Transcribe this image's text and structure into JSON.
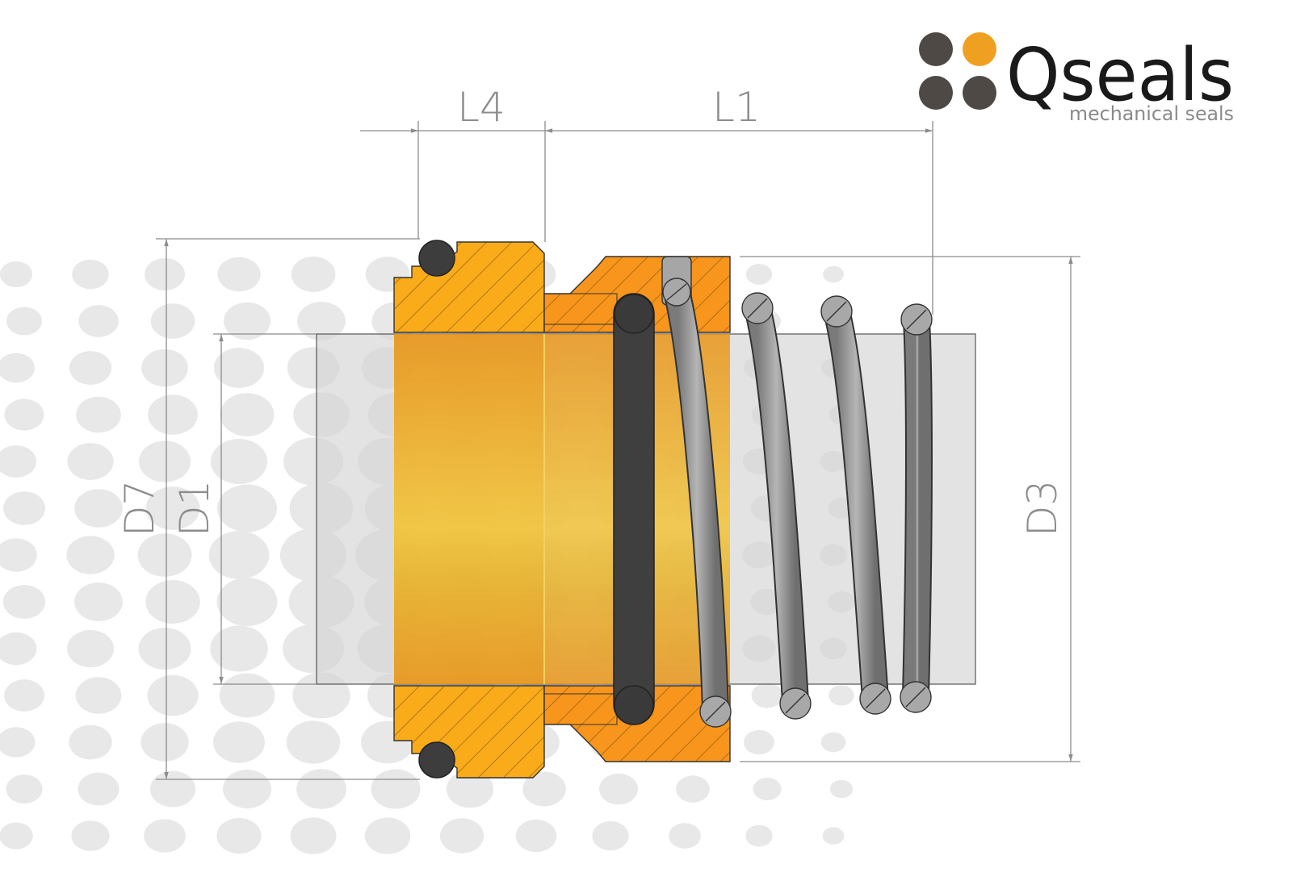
{
  "brand": {
    "name": "Qseals",
    "tagline": "mechanical seals",
    "logo_dot_colors": [
      "#4f4946",
      "#f0a020",
      "#4f4946",
      "#4f4946"
    ]
  },
  "diagram": {
    "dimensions": {
      "l4": "L4",
      "l1": "L1",
      "d7": "D7",
      "d1": "D1",
      "d3": "D3"
    },
    "colors": {
      "housing_orange": "#f9ab1a",
      "shaft_gray": "#d9d9d9",
      "oring_dark": "#3d3d3d",
      "spring_gray": "#8a8a8a",
      "dimension_line": "#8c8c8c",
      "background_dots": "#e8e8e8"
    }
  }
}
